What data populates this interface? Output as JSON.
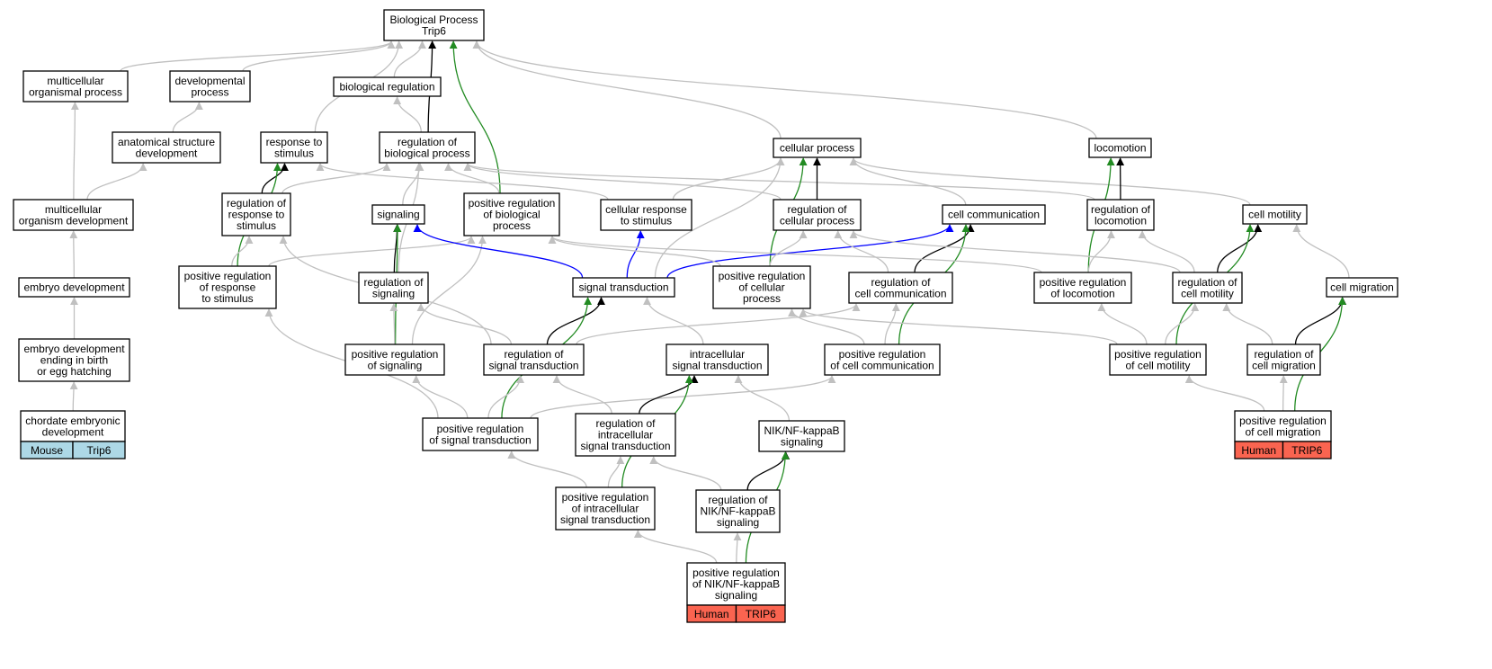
{
  "colors": {
    "gray": "#c0c0c0",
    "black": "#000000",
    "green": "#228b22",
    "blue": "#0000ff",
    "mouse": "#add8e6",
    "human": "#fa6450"
  },
  "nodes": [
    {
      "id": "bp",
      "lines": [
        "Biological Process",
        "Trip6"
      ]
    },
    {
      "id": "mop",
      "lines": [
        "multicellular",
        "organismal process"
      ]
    },
    {
      "id": "dp",
      "lines": [
        "developmental",
        "process"
      ]
    },
    {
      "id": "br",
      "lines": [
        "biological regulation"
      ]
    },
    {
      "id": "asd",
      "lines": [
        "anatomical structure",
        "development"
      ]
    },
    {
      "id": "rts",
      "lines": [
        "response to",
        "stimulus"
      ]
    },
    {
      "id": "rbp",
      "lines": [
        "regulation of",
        "biological process"
      ]
    },
    {
      "id": "cp",
      "lines": [
        "cellular process"
      ]
    },
    {
      "id": "loc",
      "lines": [
        "locomotion"
      ]
    },
    {
      "id": "mod",
      "lines": [
        "multicellular",
        "organism development"
      ]
    },
    {
      "id": "rrs",
      "lines": [
        "regulation of",
        "response to",
        "stimulus"
      ]
    },
    {
      "id": "sig",
      "lines": [
        "signaling"
      ]
    },
    {
      "id": "prbp",
      "lines": [
        "positive regulation",
        "of biological",
        "process"
      ]
    },
    {
      "id": "crs",
      "lines": [
        "cellular response",
        "to stimulus"
      ]
    },
    {
      "id": "rcp",
      "lines": [
        "regulation of",
        "cellular process"
      ]
    },
    {
      "id": "cc",
      "lines": [
        "cell communication"
      ]
    },
    {
      "id": "rloc",
      "lines": [
        "regulation of",
        "locomotion"
      ]
    },
    {
      "id": "cm",
      "lines": [
        "cell motility"
      ]
    },
    {
      "id": "ed",
      "lines": [
        "embryo development"
      ]
    },
    {
      "id": "prrs",
      "lines": [
        "positive regulation",
        "of response",
        "to stimulus"
      ]
    },
    {
      "id": "rsig",
      "lines": [
        "regulation of",
        "signaling"
      ]
    },
    {
      "id": "st",
      "lines": [
        "signal transduction"
      ]
    },
    {
      "id": "prcp",
      "lines": [
        "positive regulation",
        "of cellular",
        "process"
      ]
    },
    {
      "id": "rcc",
      "lines": [
        "regulation of",
        "cell communication"
      ]
    },
    {
      "id": "prloc",
      "lines": [
        "positive regulation",
        "of locomotion"
      ]
    },
    {
      "id": "rcm",
      "lines": [
        "regulation of",
        "cell motility"
      ]
    },
    {
      "id": "cmig",
      "lines": [
        "cell migration"
      ]
    },
    {
      "id": "edeh",
      "lines": [
        "embryo development",
        "ending in birth",
        "or egg hatching"
      ]
    },
    {
      "id": "prsig",
      "lines": [
        "positive regulation",
        "of signaling"
      ]
    },
    {
      "id": "rst",
      "lines": [
        "regulation of",
        "signal transduction"
      ]
    },
    {
      "id": "ist",
      "lines": [
        "intracellular",
        "signal transduction"
      ]
    },
    {
      "id": "prcc",
      "lines": [
        "positive regulation",
        "of cell communication"
      ]
    },
    {
      "id": "prcm",
      "lines": [
        "positive regulation",
        "of cell motility"
      ]
    },
    {
      "id": "rcmig",
      "lines": [
        "regulation of",
        "cell migration"
      ]
    },
    {
      "id": "ced",
      "lines": [
        "chordate embryonic",
        "development"
      ],
      "annotation": [
        "Mouse",
        "Trip6"
      ],
      "annotation_color": "mouse"
    },
    {
      "id": "prst",
      "lines": [
        "positive regulation",
        "of signal transduction"
      ]
    },
    {
      "id": "rist",
      "lines": [
        "regulation of",
        "intracellular",
        "signal transduction"
      ]
    },
    {
      "id": "nik",
      "lines": [
        "NIK/NF-kappaB",
        "signaling"
      ]
    },
    {
      "id": "prcmig",
      "lines": [
        "positive regulation",
        "of cell migration"
      ],
      "annotation": [
        "Human",
        "TRIP6"
      ],
      "annotation_color": "human"
    },
    {
      "id": "prist",
      "lines": [
        "positive regulation",
        "of intracellular",
        "signal transduction"
      ]
    },
    {
      "id": "rnik",
      "lines": [
        "regulation of",
        "NIK/NF-kappaB",
        "signaling"
      ]
    },
    {
      "id": "prnik",
      "lines": [
        "positive regulation",
        "of NIK/NF-kappaB",
        "signaling"
      ],
      "annotation": [
        "Human",
        "TRIP6"
      ],
      "annotation_color": "human"
    }
  ],
  "edges": [
    {
      "from": "mop",
      "to": "bp",
      "color": "gray"
    },
    {
      "from": "dp",
      "to": "bp",
      "color": "gray"
    },
    {
      "from": "br",
      "to": "bp",
      "color": "gray"
    },
    {
      "from": "rts",
      "to": "bp",
      "color": "gray"
    },
    {
      "from": "rbp",
      "to": "bp",
      "color": "black"
    },
    {
      "from": "prbp",
      "to": "bp",
      "color": "green"
    },
    {
      "from": "cp",
      "to": "bp",
      "color": "gray"
    },
    {
      "from": "loc",
      "to": "bp",
      "color": "gray"
    },
    {
      "from": "asd",
      "to": "dp",
      "color": "gray"
    },
    {
      "from": "rbp",
      "to": "br",
      "color": "gray"
    },
    {
      "from": "mod",
      "to": "mop",
      "color": "gray"
    },
    {
      "from": "mod",
      "to": "asd",
      "color": "gray"
    },
    {
      "from": "ed",
      "to": "mod",
      "color": "gray"
    },
    {
      "from": "edeh",
      "to": "ed",
      "color": "gray"
    },
    {
      "from": "ced",
      "to": "edeh",
      "color": "gray"
    },
    {
      "from": "rrs",
      "to": "rts",
      "color": "black"
    },
    {
      "from": "rrs",
      "to": "rbp",
      "color": "gray"
    },
    {
      "from": "prrs",
      "to": "rts",
      "color": "green"
    },
    {
      "from": "prrs",
      "to": "rrs",
      "color": "gray"
    },
    {
      "from": "prrs",
      "to": "prbp",
      "color": "gray"
    },
    {
      "from": "crs",
      "to": "rts",
      "color": "gray"
    },
    {
      "from": "crs",
      "to": "cp",
      "color": "gray"
    },
    {
      "from": "sig",
      "to": "rbp",
      "color": "gray"
    },
    {
      "from": "prbp",
      "to": "rbp",
      "color": "gray"
    },
    {
      "from": "rcp",
      "to": "rbp",
      "color": "gray"
    },
    {
      "from": "rloc",
      "to": "rbp",
      "color": "gray"
    },
    {
      "from": "rcp",
      "to": "cp",
      "color": "black"
    },
    {
      "from": "cc",
      "to": "cp",
      "color": "gray"
    },
    {
      "from": "cm",
      "to": "cp",
      "color": "gray"
    },
    {
      "from": "st",
      "to": "cp",
      "color": "gray"
    },
    {
      "from": "prcp",
      "to": "cp",
      "color": "green"
    },
    {
      "from": "rloc",
      "to": "loc",
      "color": "black"
    },
    {
      "from": "prloc",
      "to": "loc",
      "color": "green"
    },
    {
      "from": "rsig",
      "to": "sig",
      "color": "black"
    },
    {
      "from": "rsig",
      "to": "rbp",
      "color": "gray"
    },
    {
      "from": "prsig",
      "to": "sig",
      "color": "green"
    },
    {
      "from": "prsig",
      "to": "rsig",
      "color": "gray"
    },
    {
      "from": "prsig",
      "to": "prbp",
      "color": "gray"
    },
    {
      "from": "st",
      "to": "sig",
      "color": "blue"
    },
    {
      "from": "st",
      "to": "crs",
      "color": "blue"
    },
    {
      "from": "st",
      "to": "cc",
      "color": "blue"
    },
    {
      "from": "prcp",
      "to": "rcp",
      "color": "gray"
    },
    {
      "from": "prcp",
      "to": "prbp",
      "color": "gray"
    },
    {
      "from": "rcc",
      "to": "cc",
      "color": "black"
    },
    {
      "from": "rcc",
      "to": "rcp",
      "color": "gray"
    },
    {
      "from": "prcc",
      "to": "cc",
      "color": "green"
    },
    {
      "from": "prcc",
      "to": "rcc",
      "color": "gray"
    },
    {
      "from": "prcc",
      "to": "prcp",
      "color": "gray"
    },
    {
      "from": "prloc",
      "to": "rloc",
      "color": "gray"
    },
    {
      "from": "prloc",
      "to": "prbp",
      "color": "gray"
    },
    {
      "from": "rcm",
      "to": "cm",
      "color": "black"
    },
    {
      "from": "rcm",
      "to": "rloc",
      "color": "gray"
    },
    {
      "from": "rcm",
      "to": "rcp",
      "color": "gray"
    },
    {
      "from": "cmig",
      "to": "cm",
      "color": "gray"
    },
    {
      "from": "prcm",
      "to": "cm",
      "color": "green"
    },
    {
      "from": "prcm",
      "to": "rcm",
      "color": "gray"
    },
    {
      "from": "prcm",
      "to": "prloc",
      "color": "gray"
    },
    {
      "from": "prcm",
      "to": "prcp",
      "color": "gray"
    },
    {
      "from": "rcmig",
      "to": "cmig",
      "color": "black"
    },
    {
      "from": "rcmig",
      "to": "rcm",
      "color": "gray"
    },
    {
      "from": "prcmig",
      "to": "cmig",
      "color": "green"
    },
    {
      "from": "prcmig",
      "to": "rcmig",
      "color": "gray"
    },
    {
      "from": "prcmig",
      "to": "prcm",
      "color": "gray"
    },
    {
      "from": "rst",
      "to": "st",
      "color": "black"
    },
    {
      "from": "rst",
      "to": "rsig",
      "color": "gray"
    },
    {
      "from": "rst",
      "to": "rrs",
      "color": "gray"
    },
    {
      "from": "rst",
      "to": "rcc",
      "color": "gray"
    },
    {
      "from": "ist",
      "to": "st",
      "color": "gray"
    },
    {
      "from": "prst",
      "to": "st",
      "color": "green"
    },
    {
      "from": "prst",
      "to": "prsig",
      "color": "gray"
    },
    {
      "from": "prst",
      "to": "rst",
      "color": "gray"
    },
    {
      "from": "prst",
      "to": "prrs",
      "color": "gray"
    },
    {
      "from": "prst",
      "to": "prcc",
      "color": "gray"
    },
    {
      "from": "rist",
      "to": "ist",
      "color": "black"
    },
    {
      "from": "rist",
      "to": "rst",
      "color": "gray"
    },
    {
      "from": "nik",
      "to": "ist",
      "color": "gray"
    },
    {
      "from": "prist",
      "to": "ist",
      "color": "green"
    },
    {
      "from": "prist",
      "to": "rist",
      "color": "gray"
    },
    {
      "from": "prist",
      "to": "prst",
      "color": "gray"
    },
    {
      "from": "rnik",
      "to": "nik",
      "color": "black"
    },
    {
      "from": "rnik",
      "to": "rist",
      "color": "gray"
    },
    {
      "from": "prnik",
      "to": "nik",
      "color": "green"
    },
    {
      "from": "prnik",
      "to": "rnik",
      "color": "gray"
    },
    {
      "from": "prnik",
      "to": "prist",
      "color": "gray"
    }
  ]
}
